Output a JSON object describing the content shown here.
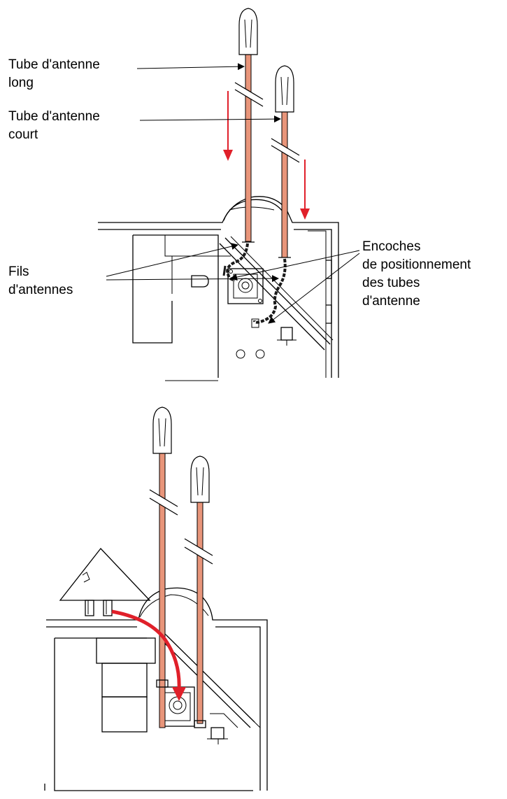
{
  "labels": {
    "long_tube_l1": "Tube d'antenne",
    "long_tube_l2": "long",
    "short_tube_l1": "Tube d'antenne",
    "short_tube_l2": "court",
    "wires_l1": "Fils",
    "wires_l2": "d'antennes",
    "notches_l1": "Encoches",
    "notches_l2": "de positionnement",
    "notches_l3": "des tubes",
    "notches_l4": "d'antenne"
  },
  "colors": {
    "tube": "#e8957a",
    "arrow": "#e0202a",
    "line": "#000000",
    "wire": "#1a1a1a"
  },
  "icons": {
    "antenna_cap": "antenna-cap-icon",
    "insert_arrow": "down-arrow-icon",
    "snap_arrow": "curved-arrow-icon"
  }
}
